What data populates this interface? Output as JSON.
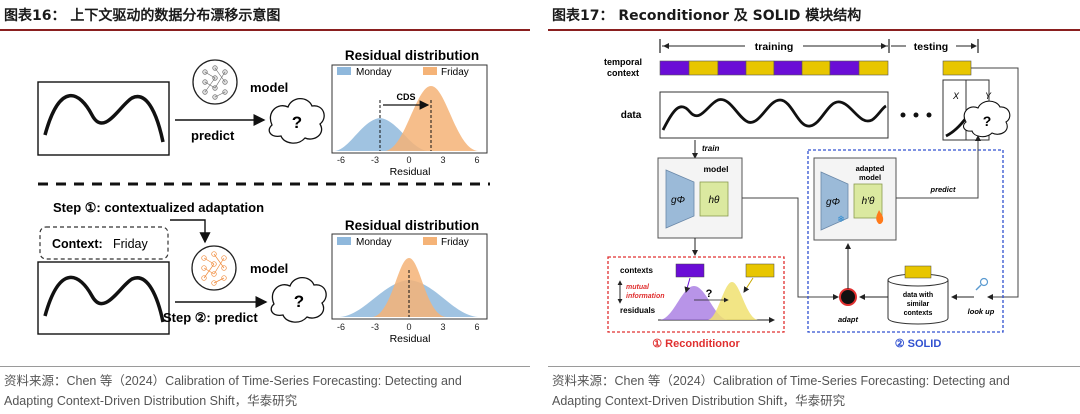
{
  "left": {
    "figure_title": "图表16：  上下文驱动的数据分布漂移示意图",
    "top": {
      "model_label": "model",
      "predict_label": "predict",
      "question": "?",
      "chart_title": "Residual distribution",
      "legend_monday": "Monday",
      "legend_friday": "Friday",
      "cds_label": "CDS",
      "x_ticks": [
        "-6",
        "-3",
        "0",
        "3",
        "6"
      ],
      "x_label": "Residual"
    },
    "bottom": {
      "step1": "Step ①: contextualized adaptation",
      "context_key": "Context:",
      "context_value": "Friday",
      "model_label": "model",
      "step2": "Step ②: predict",
      "question": "?",
      "chart_title": "Residual distribution",
      "legend_monday": "Monday",
      "legend_friday": "Friday",
      "x_ticks": [
        "-6",
        "-3",
        "0",
        "3",
        "6"
      ],
      "x_label": "Residual"
    },
    "source_line1": "资料来源：Chen 等（2024）Calibration of Time-Series Forecasting: Detecting and",
    "source_line2": "Adapting Context-Driven Distribution Shift，华泰研究"
  },
  "right": {
    "figure_title": "图表17：  Reconditionor 及 SOLID 模块结构",
    "training_label": "training",
    "testing_label": "testing",
    "temporal_context_line1": "temporal",
    "temporal_context_line2": "context",
    "data_label": "data",
    "x_label": "X",
    "y_label": "Y",
    "question": "?",
    "train_label": "train",
    "model_label": "model",
    "g_phi": "gΦ",
    "h_theta": "hθ",
    "adapted_model_line1": "adapted",
    "adapted_model_line2": "model",
    "h_theta_prime": "h′θ",
    "predict_label": "predict",
    "contexts_label": "contexts",
    "mutual_info_line1": "mutual",
    "mutual_info_line2": "information",
    "residuals_label": "residuals",
    "adapt_label": "adapt",
    "db_line1": "data with",
    "db_line2": "similar",
    "db_line3": "contexts",
    "lookup_label": "look up",
    "reconditionor_label": "① Reconditionor",
    "solid_label": "② SOLID",
    "source_line1": "资料来源：Chen 等（2024）Calibration of Time-Series Forecasting: Detecting and",
    "source_line2": "Adapting Context-Driven Distribution Shift，华泰研究",
    "colors": {
      "purple": "#6a0dd6",
      "yellow": "#e8c600",
      "red_dash": "#e03030",
      "blue_dash": "#3050d0"
    }
  }
}
